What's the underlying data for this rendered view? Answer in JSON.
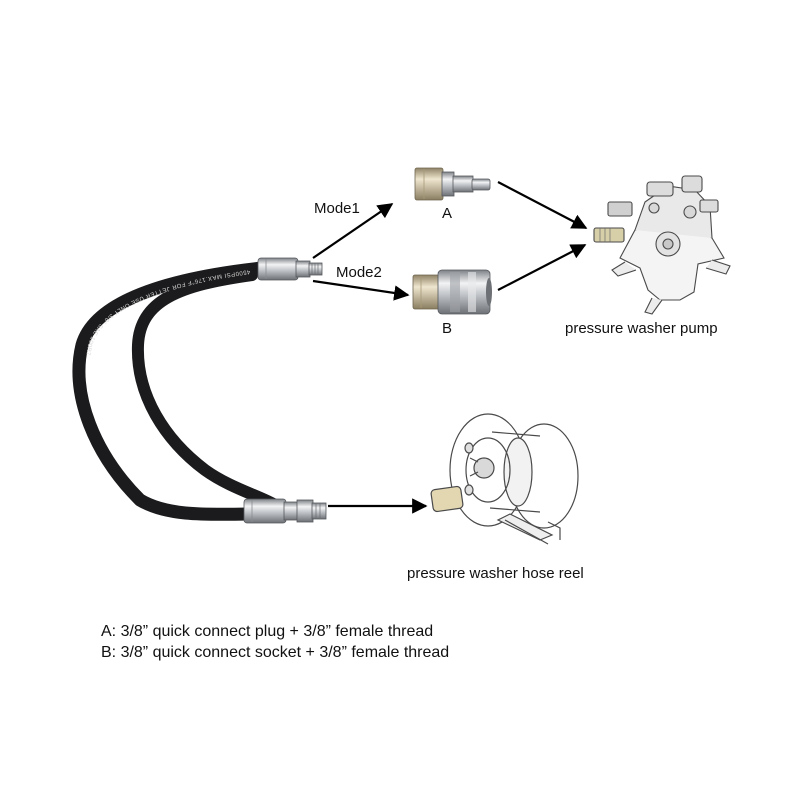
{
  "labels": {
    "mode1": "Mode1",
    "mode2": "Mode2",
    "a": "A",
    "b": "B",
    "pump": "pressure washer pump",
    "reel": "pressure washer hose reel"
  },
  "hose_print": "4500PSI MAX.176°F  FOR JETTER USE ONLY  3/8\" SAE 100R7 ",
  "notes": [
    "A: 3/8” quick connect plug + 3/8” female thread",
    "B: 3/8” quick connect socket + 3/8” female thread"
  ],
  "colors": {
    "hose": "#1b1b1d",
    "metal": "#b9bcc0",
    "brass": "#c9b995",
    "arrow": "#000000"
  }
}
